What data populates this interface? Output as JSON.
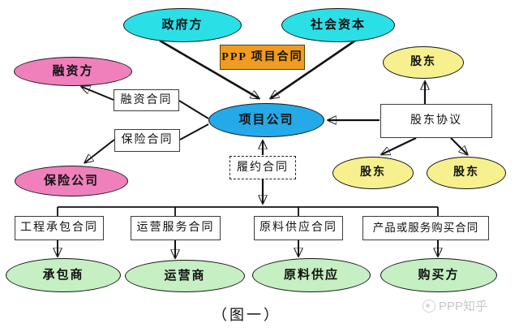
{
  "diagram": {
    "caption": "（图一）",
    "watermark": {
      "brand": "PPP知乎",
      "logo_icon": "circle-logo-icon"
    },
    "colors": {
      "cyan": "#2bdfe6",
      "blue": "#25a9e8",
      "pink": "#f080bc",
      "yellow": "#f6f08f",
      "green": "#c6efc4",
      "orange": "#f09c20",
      "line": "#111111",
      "watermark_gray": "#c7c7c7"
    },
    "nodes": {
      "government": {
        "label": "政府方",
        "shape": "ellipse",
        "color": "cyan"
      },
      "social_capital": {
        "label": "社会资本",
        "shape": "ellipse",
        "color": "cyan"
      },
      "ppp_contract": {
        "label": "PPP 项目合同",
        "shape": "rect",
        "color": "orange"
      },
      "financier": {
        "label": "融资方",
        "shape": "ellipse",
        "color": "pink"
      },
      "financing_contract": {
        "label": "融资合同",
        "shape": "rect",
        "color": "white"
      },
      "insurance_contract": {
        "label": "保险合同",
        "shape": "rect",
        "color": "white"
      },
      "insurance_company": {
        "label": "保险公司",
        "shape": "ellipse",
        "color": "pink"
      },
      "project_company": {
        "label": "项目公司",
        "shape": "ellipse",
        "color": "blue"
      },
      "shareholder_agreement": {
        "label": "股东协议",
        "shape": "rect",
        "color": "white"
      },
      "shareholder_top": {
        "label": "股东",
        "shape": "ellipse",
        "color": "yellow"
      },
      "shareholder_left": {
        "label": "股东",
        "shape": "ellipse",
        "color": "yellow"
      },
      "shareholder_right": {
        "label": "股东",
        "shape": "ellipse",
        "color": "yellow"
      },
      "performance_contract": {
        "label": "履约合同",
        "shape": "rect-dashed",
        "color": "white"
      },
      "epc_contract": {
        "label": "工程承包合同",
        "shape": "rect",
        "color": "white"
      },
      "operation_contract": {
        "label": "运营服务合同",
        "shape": "rect",
        "color": "white"
      },
      "supply_contract": {
        "label": "原料供应合同",
        "shape": "rect",
        "color": "white"
      },
      "purchase_contract": {
        "label": "产品或服务购买合同",
        "shape": "rect",
        "color": "white"
      },
      "contractor": {
        "label": "承包商",
        "shape": "ellipse",
        "color": "green"
      },
      "operator": {
        "label": "运营商",
        "shape": "ellipse",
        "color": "green"
      },
      "supplier": {
        "label": "原料供应",
        "shape": "ellipse",
        "color": "green"
      },
      "buyer": {
        "label": "购买方",
        "shape": "ellipse",
        "color": "green"
      }
    }
  }
}
